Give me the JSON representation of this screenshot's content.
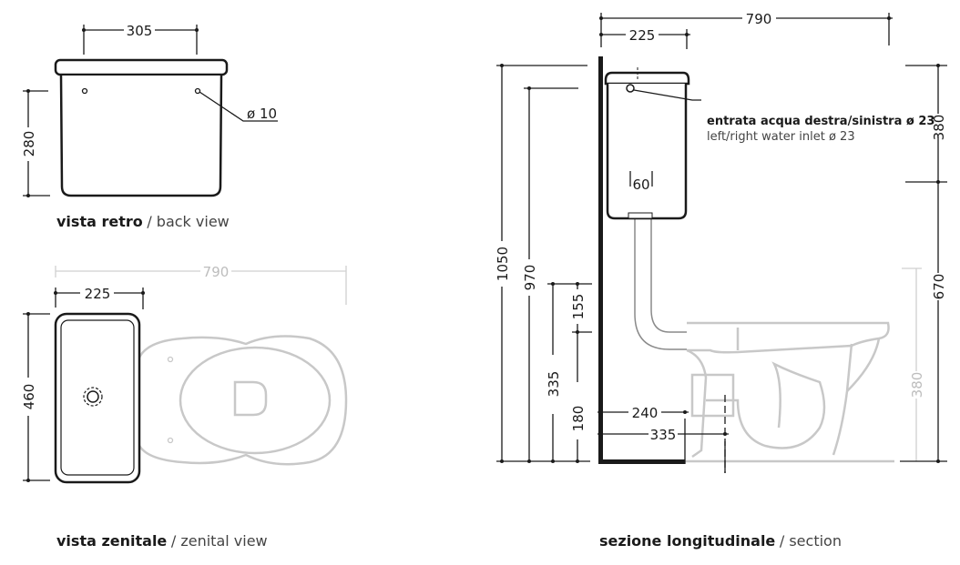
{
  "back_view": {
    "width_dim": "305",
    "height_dim": "280",
    "hole_note": "ø 10",
    "label_it": "vista retro",
    "label_en": "/ back view"
  },
  "top_view": {
    "total_dim": "790",
    "depth_dim": "225",
    "width_dim": "460",
    "label_it": "vista zenitale",
    "label_en": "/ zenital view"
  },
  "section": {
    "total_depth": "790",
    "tank_depth": "225",
    "inlet_note_it": "entrata acqua destra/sinistra ø 23",
    "inlet_note_en": "left/right water inlet ø 23",
    "outlet_dim": "60",
    "h_1050": "1050",
    "h_970": "970",
    "h_335": "335",
    "h_155": "155",
    "h_180": "180",
    "h_380_tank": "380",
    "h_670": "670",
    "h_380_bowl": "380",
    "d_240": "240",
    "d_335": "335",
    "label_it": "sezione longitudinale",
    "label_en": "/ section"
  },
  "colors": {
    "line": "#1a1a1a",
    "ghost": "#c8c8c8"
  }
}
